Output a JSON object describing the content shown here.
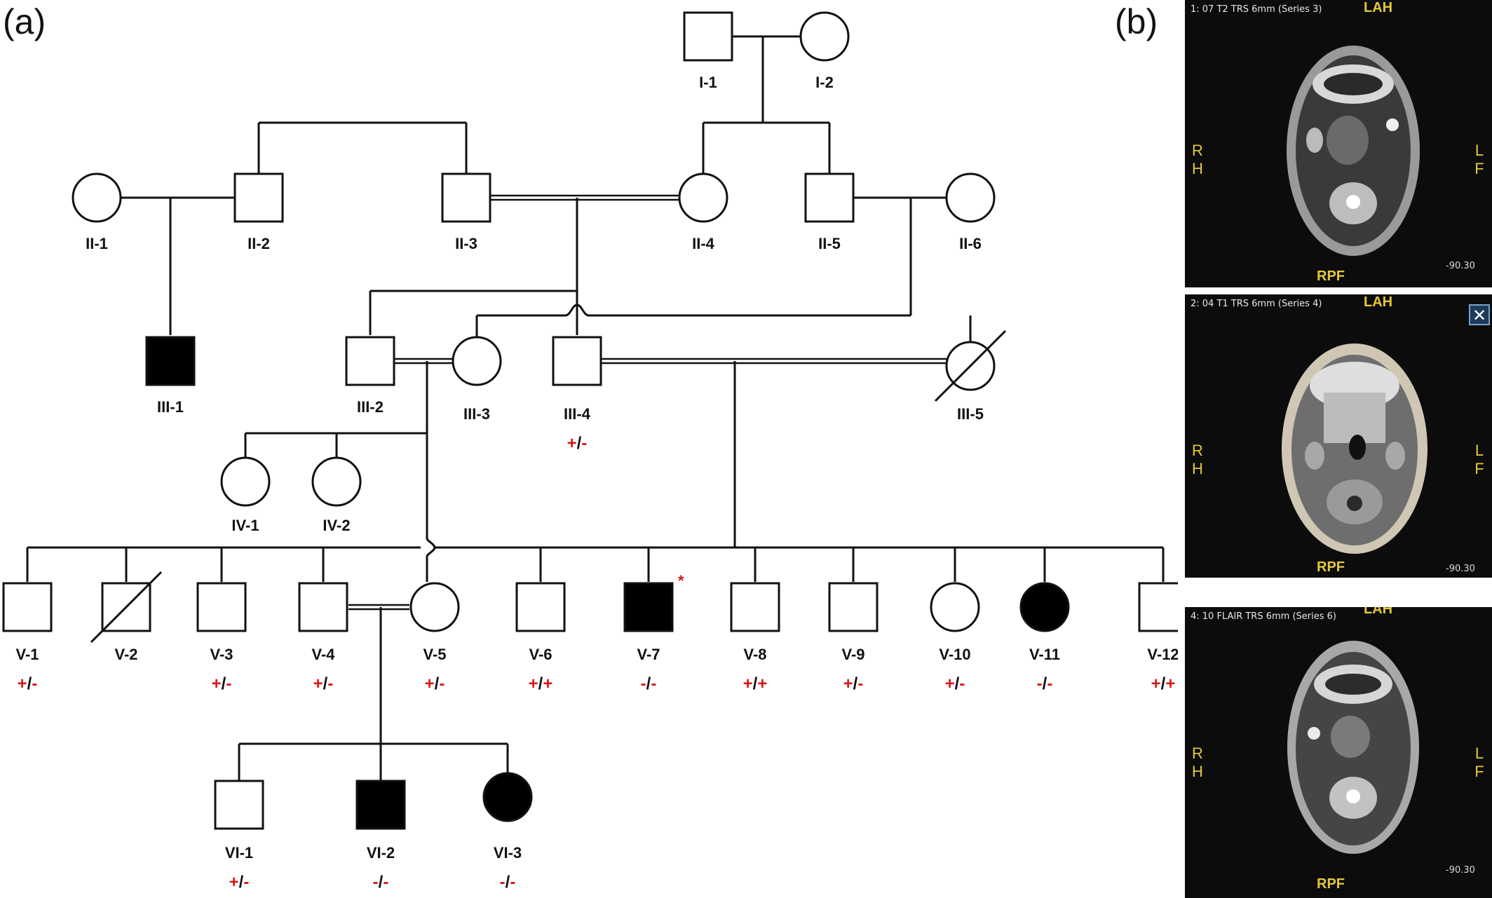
{
  "panel_a_label": "(a)",
  "panel_b_label": "(b)",
  "pedigree": {
    "individuals": {
      "I-1": {
        "label": "I-1",
        "sex": "male",
        "affected": false
      },
      "I-2": {
        "label": "I-2",
        "sex": "female",
        "affected": false
      },
      "II-1": {
        "label": "II-1",
        "sex": "female",
        "affected": false
      },
      "II-2": {
        "label": "II-2",
        "sex": "male",
        "affected": false
      },
      "II-3": {
        "label": "II-3",
        "sex": "male",
        "affected": false
      },
      "II-4": {
        "label": "II-4",
        "sex": "female",
        "affected": false
      },
      "II-5": {
        "label": "II-5",
        "sex": "male",
        "affected": false
      },
      "II-6": {
        "label": "II-6",
        "sex": "female",
        "affected": false
      },
      "III-1": {
        "label": "III-1",
        "sex": "male",
        "affected": true
      },
      "III-2": {
        "label": "III-2",
        "sex": "male",
        "affected": false
      },
      "III-3": {
        "label": "III-3",
        "sex": "female",
        "affected": false
      },
      "III-4": {
        "label": "III-4",
        "sex": "male",
        "affected": false,
        "genotype": [
          "+",
          "/",
          "-"
        ]
      },
      "III-5": {
        "label": "III-5",
        "sex": "female",
        "affected": false,
        "deceased": true
      },
      "IV-1": {
        "label": "IV-1",
        "sex": "female",
        "affected": false
      },
      "IV-2": {
        "label": "IV-2",
        "sex": "female",
        "affected": false
      },
      "V-1": {
        "label": "V-1",
        "sex": "male",
        "affected": false,
        "genotype": [
          "+",
          "/",
          "-"
        ]
      },
      "V-2": {
        "label": "V-2",
        "sex": "male",
        "affected": false,
        "deceased": true
      },
      "V-3": {
        "label": "V-3",
        "sex": "male",
        "affected": false,
        "genotype": [
          "+",
          "/",
          "-"
        ]
      },
      "V-4": {
        "label": "V-4",
        "sex": "male",
        "affected": false,
        "genotype": [
          "+",
          "/",
          "-"
        ]
      },
      "V-5": {
        "label": "V-5",
        "sex": "female",
        "affected": false,
        "genotype": [
          "+",
          "/",
          "-"
        ]
      },
      "V-6": {
        "label": "V-6",
        "sex": "male",
        "affected": false,
        "genotype": [
          "+",
          "/",
          "+"
        ]
      },
      "V-7": {
        "label": "V-7",
        "sex": "male",
        "affected": true,
        "proband_mark": "*",
        "genotype": [
          "-",
          "/",
          "-"
        ]
      },
      "V-8": {
        "label": "V-8",
        "sex": "male",
        "affected": false,
        "genotype": [
          "+",
          "/",
          "+"
        ]
      },
      "V-9": {
        "label": "V-9",
        "sex": "male",
        "affected": false,
        "genotype": [
          "+",
          "/",
          "-"
        ]
      },
      "V-10": {
        "label": "V-10",
        "sex": "female",
        "affected": false,
        "genotype": [
          "+",
          "/",
          "-"
        ]
      },
      "V-11": {
        "label": "V-11",
        "sex": "female",
        "affected": true,
        "genotype": [
          "-",
          "/",
          "-"
        ]
      },
      "V-12": {
        "label": "V-12",
        "sex": "male",
        "affected": false,
        "genotype": [
          "+",
          "/",
          "+"
        ]
      },
      "VI-1": {
        "label": "VI-1",
        "sex": "male",
        "affected": false,
        "genotype": [
          "+",
          "/",
          "-"
        ]
      },
      "VI-2": {
        "label": "VI-2",
        "sex": "male",
        "affected": true,
        "genotype": [
          "-",
          "/",
          "-"
        ]
      },
      "VI-3": {
        "label": "VI-3",
        "sex": "female",
        "affected": true,
        "genotype": [
          "-",
          "/",
          "-"
        ]
      }
    }
  },
  "mri_panels": [
    {
      "header": "1: 07 T2 TRS 6mm (Series 3)",
      "top_marker": "LAH",
      "left_marker": [
        "R",
        "H"
      ],
      "right_marker": [
        "L",
        "F"
      ],
      "bottom_marker": "RPF",
      "value": "-90.30"
    },
    {
      "header": "2: 04 T1 TRS 6mm (Series 4)",
      "top_marker": "LAH",
      "left_marker": [
        "R",
        "H"
      ],
      "right_marker": [
        "L",
        "F"
      ],
      "bottom_marker": "RPF",
      "value": "-90.30",
      "close_glyph": "✕"
    },
    {
      "header": "4: 10 FLAIR TRS 6mm (Series 6)",
      "top_marker": "LAH",
      "left_marker": [
        "R",
        "H"
      ],
      "right_marker": [
        "L",
        "F"
      ],
      "bottom_marker": "RPF",
      "value": "-90.30"
    }
  ],
  "colors": {
    "genotype_symbol": "#d81818",
    "mri_marker": "#e3c93a",
    "mri_background": "#0c0c0c"
  }
}
